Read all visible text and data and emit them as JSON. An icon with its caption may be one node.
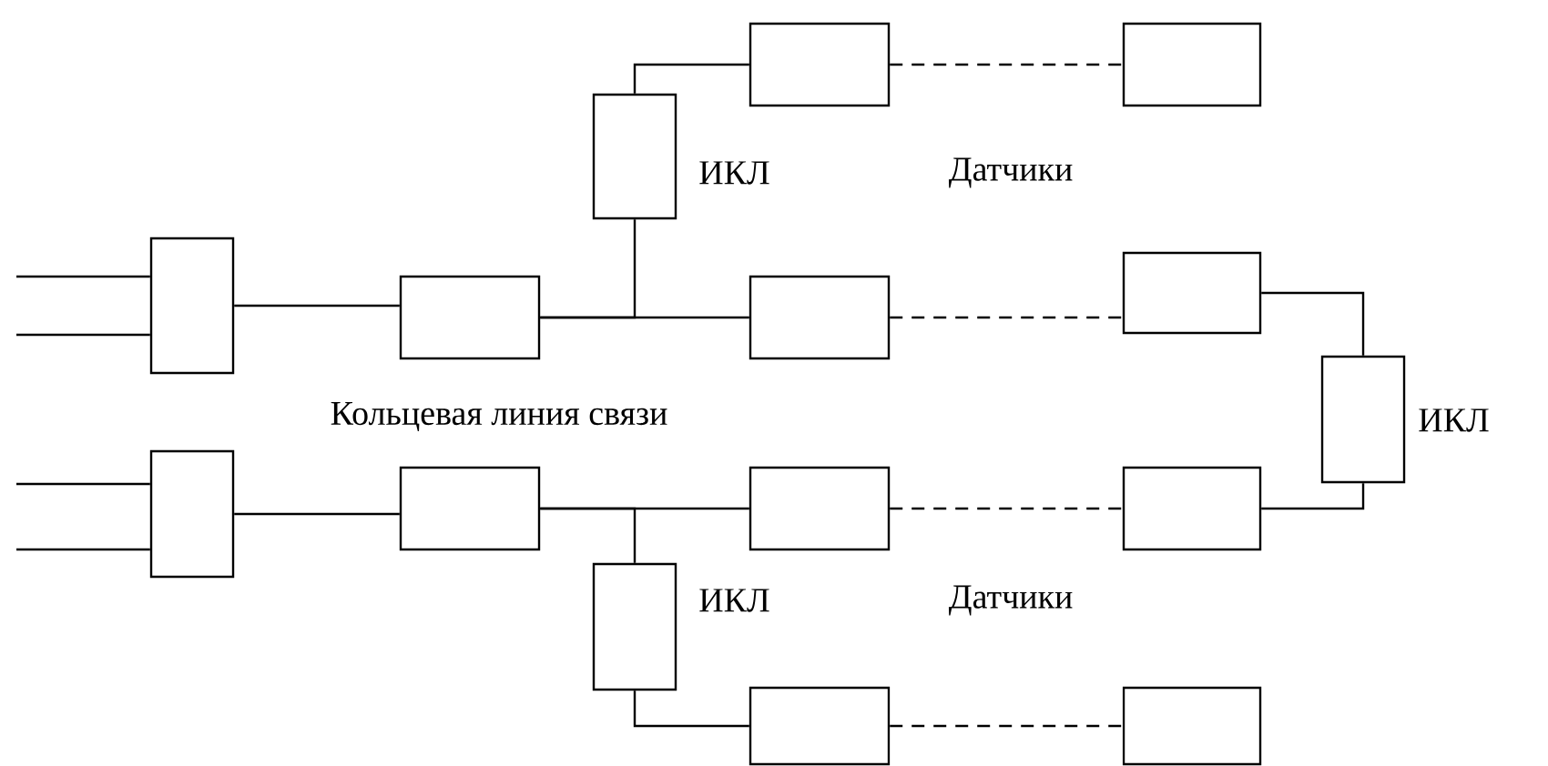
{
  "diagram": {
    "nodes": [
      {
        "text": [],
        "shape": "box"
      },
      {
        "text": [],
        "shape": "box"
      },
      {
        "text": [],
        "shape": "box"
      },
      {
        "text": [],
        "shape": "box"
      },
      {
        "text": [],
        "shape": "box",
        "beside": [
          "ИКЛ"
        ]
      },
      {
        "text": [],
        "shape": "box",
        "beside": [
          "ИКЛ"
        ]
      },
      {
        "text": [],
        "shape": "box"
      },
      {
        "text": [],
        "shape": "box"
      },
      {
        "text": [],
        "shape": "box"
      },
      {
        "text": [],
        "shape": "box"
      },
      {
        "text": [],
        "shape": "box",
        "beside": [
          "ИКЛ"
        ]
      },
      {
        "text": [],
        "shape": "box"
      },
      {
        "text": [],
        "shape": "box"
      },
      {
        "text": [],
        "shape": "box"
      },
      {
        "text": [],
        "shape": "box"
      }
    ],
    "edges": [
      {
        "from": null,
        "to": 0,
        "arrow": "none"
      },
      {
        "from": null,
        "to": 0,
        "arrow": "none"
      },
      {
        "from": null,
        "to": 1,
        "arrow": "none"
      },
      {
        "from": null,
        "to": 1,
        "arrow": "none"
      },
      {
        "from": 0,
        "to": 2,
        "arrow": "none"
      },
      {
        "from": 1,
        "to": 3,
        "arrow": "none"
      },
      {
        "from": 2,
        "to": 4,
        "arrow": "none"
      },
      {
        "from": 2,
        "to": 8,
        "arrow": "none"
      },
      {
        "from": 3,
        "to": 5,
        "arrow": "none"
      },
      {
        "from": 3,
        "to": 11,
        "arrow": "none"
      },
      {
        "from": 4,
        "to": 6,
        "arrow": "none"
      },
      {
        "from": 5,
        "to": 13,
        "arrow": "none"
      },
      {
        "from": 6,
        "to": 7,
        "arrow": "none",
        "style": "dashed"
      },
      {
        "from": 8,
        "to": 9,
        "arrow": "none",
        "style": "dashed"
      },
      {
        "from": 11,
        "to": 12,
        "arrow": "none",
        "style": "dashed"
      },
      {
        "from": 13,
        "to": 14,
        "arrow": "none",
        "style": "dashed"
      },
      {
        "from": 9,
        "to": 10,
        "arrow": "none"
      },
      {
        "from": 10,
        "to": 12,
        "arrow": "none"
      }
    ],
    "labels": [
      "Датчики",
      "Кольцевая линия связи",
      "Датчики"
    ]
  }
}
